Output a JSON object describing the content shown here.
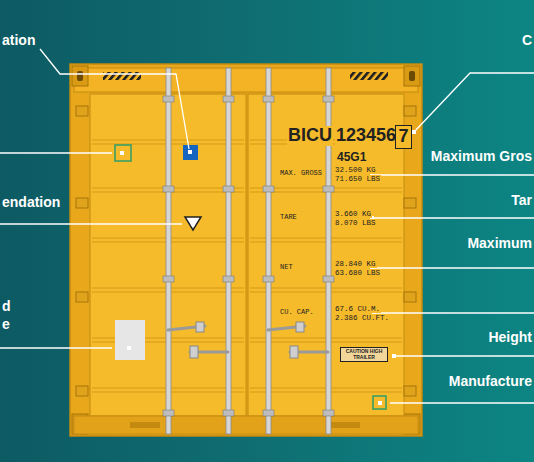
{
  "diagram": {
    "nodes": [
      {
        "text": [
          "7"
        ]
      },
      {
        "text": [
          "CAUTION HIGH TRAILER"
        ]
      }
    ],
    "labels": [
      "ation",
      "endation",
      "d",
      "e",
      "C",
      "Maximum Gros",
      "Tar",
      "Maximum",
      "Height",
      "Manufacture",
      "BICU",
      "123456",
      "45G1",
      "MAX. GROSS",
      "32.500 KG",
      "71.650 LBS",
      "TARE",
      "3.660 KG",
      "8.070 LBS",
      "NET",
      "28.840 KG",
      "63.680 LBS",
      "CU. CAP.",
      "67.6 CU.M.",
      "2.386 CU.FT."
    ]
  }
}
